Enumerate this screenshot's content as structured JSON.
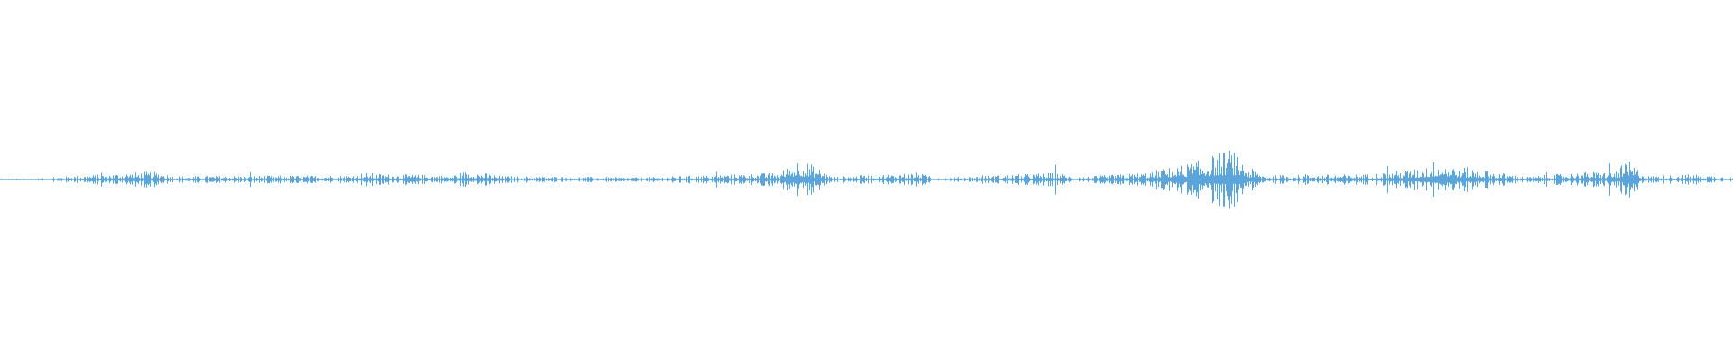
{
  "waveform": {
    "color": "#5aa6dc",
    "amplitude_envelope": [
      {
        "t": 0.0,
        "a": 0.01
      },
      {
        "t": 0.03,
        "a": 0.02
      },
      {
        "t": 0.035,
        "a": 0.04
      },
      {
        "t": 0.09,
        "a": 0.12
      },
      {
        "t": 0.1,
        "a": 0.05
      },
      {
        "t": 0.2,
        "a": 0.06
      },
      {
        "t": 0.21,
        "a": 0.1
      },
      {
        "t": 0.22,
        "a": 0.08
      },
      {
        "t": 0.26,
        "a": 0.06
      },
      {
        "t": 0.27,
        "a": 0.13
      },
      {
        "t": 0.29,
        "a": 0.05
      },
      {
        "t": 0.37,
        "a": 0.03
      },
      {
        "t": 0.45,
        "a": 0.1
      },
      {
        "t": 0.46,
        "a": 0.3
      },
      {
        "t": 0.47,
        "a": 0.2
      },
      {
        "t": 0.48,
        "a": 0.04
      },
      {
        "t": 0.53,
        "a": 0.1
      },
      {
        "t": 0.54,
        "a": 0.02
      },
      {
        "t": 0.61,
        "a": 0.1
      },
      {
        "t": 0.62,
        "a": 0.03
      },
      {
        "t": 0.66,
        "a": 0.1
      },
      {
        "t": 0.68,
        "a": 0.2
      },
      {
        "t": 0.69,
        "a": 0.26
      },
      {
        "t": 0.71,
        "a": 0.44
      },
      {
        "t": 0.72,
        "a": 0.18
      },
      {
        "t": 0.73,
        "a": 0.06
      },
      {
        "t": 0.79,
        "a": 0.08
      },
      {
        "t": 0.82,
        "a": 0.16
      },
      {
        "t": 0.83,
        "a": 0.3
      },
      {
        "t": 0.84,
        "a": 0.2
      },
      {
        "t": 0.86,
        "a": 0.12
      },
      {
        "t": 0.88,
        "a": 0.04
      },
      {
        "t": 0.91,
        "a": 0.1
      },
      {
        "t": 0.93,
        "a": 0.12
      },
      {
        "t": 0.94,
        "a": 0.26
      },
      {
        "t": 0.95,
        "a": 0.05
      },
      {
        "t": 0.98,
        "a": 0.08
      },
      {
        "t": 1.0,
        "a": 0.03
      }
    ]
  }
}
